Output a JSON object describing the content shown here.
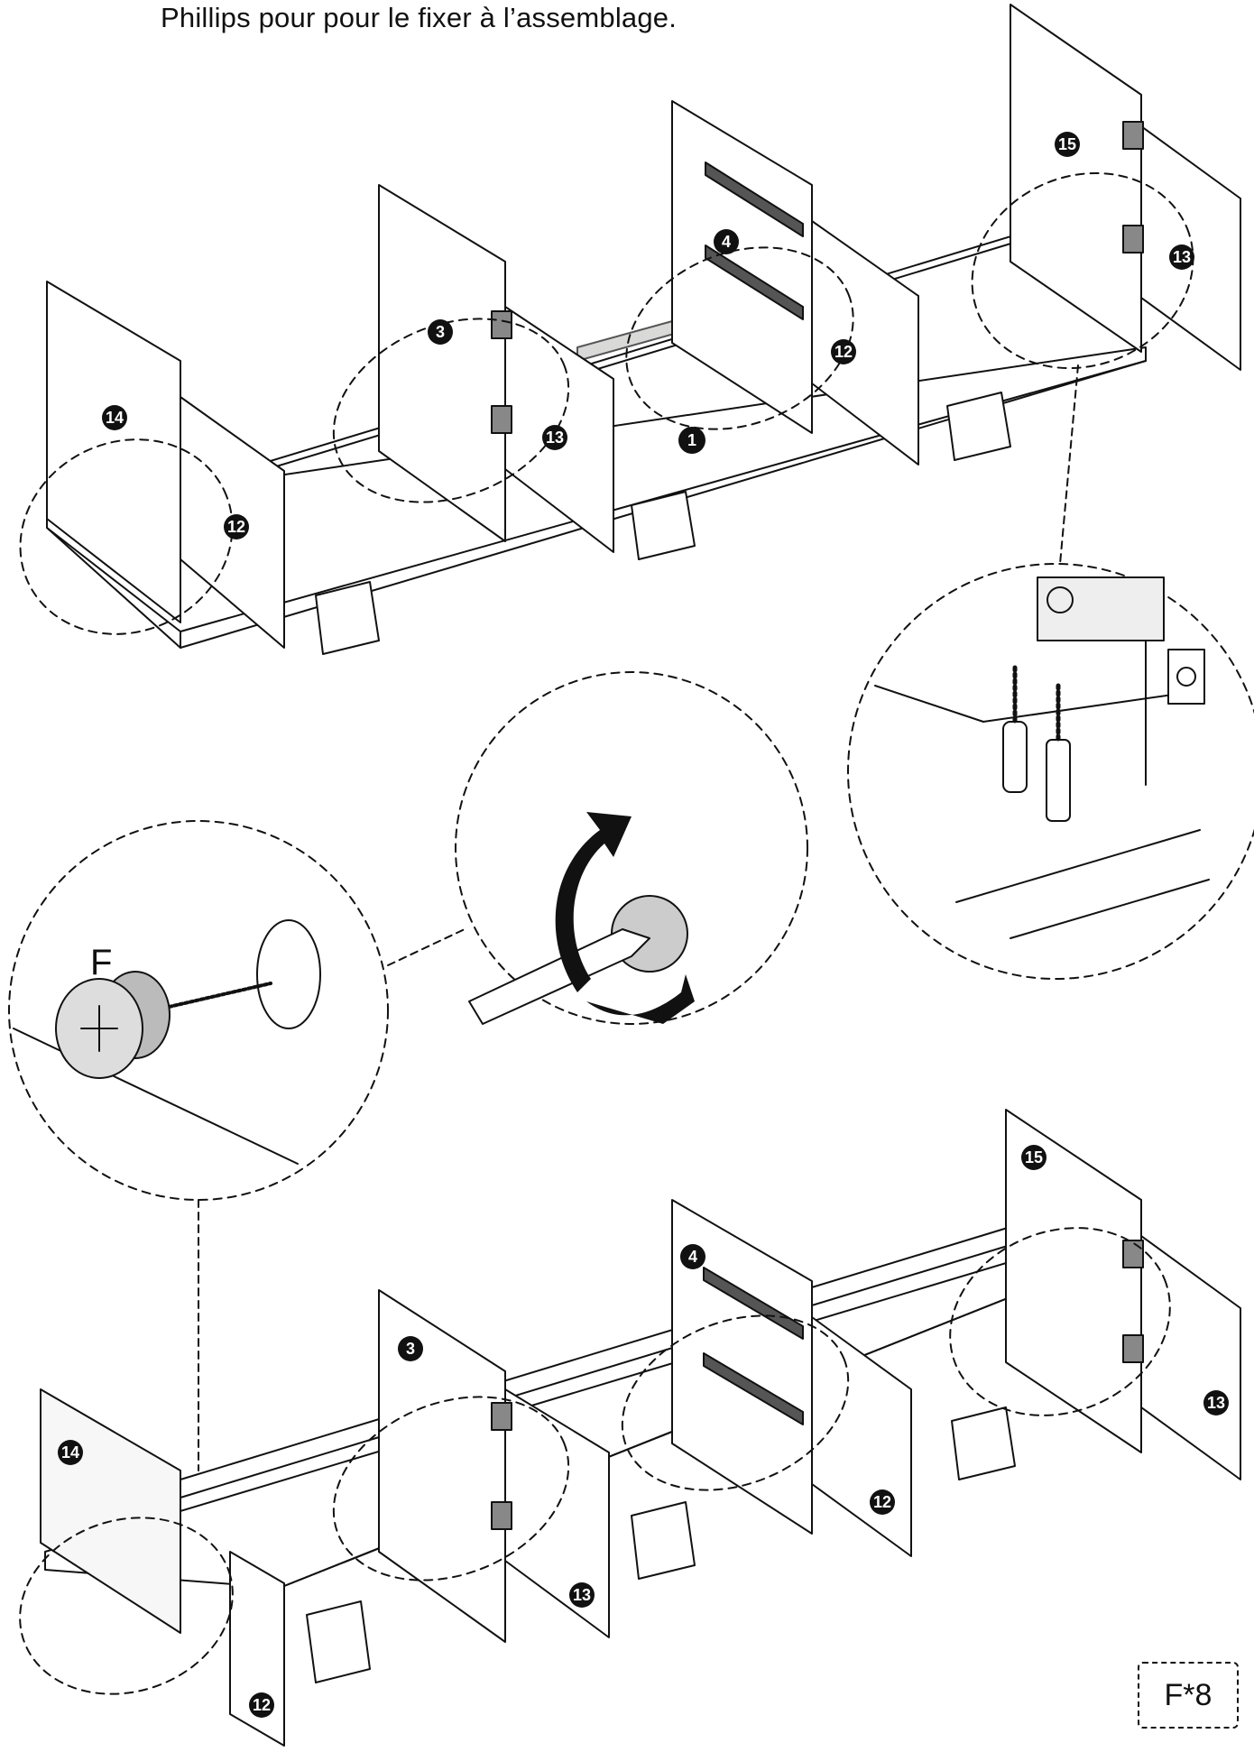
{
  "instruction": {
    "text": "Phillips pour pour le fixer à l’assemblage."
  },
  "labels": {
    "main_part": "1",
    "part_3": "3",
    "part_4": "4",
    "part_12": "12",
    "part_13": "13",
    "part_14": "14",
    "part_15": "15",
    "cam_lock_letter": "F"
  },
  "hardware_count": "F*8",
  "icons": [
    "phillips-screwdriver-icon",
    "rotate-arrow-icon",
    "cam-lock-icon",
    "dowel-icon",
    "hinge-icon"
  ]
}
